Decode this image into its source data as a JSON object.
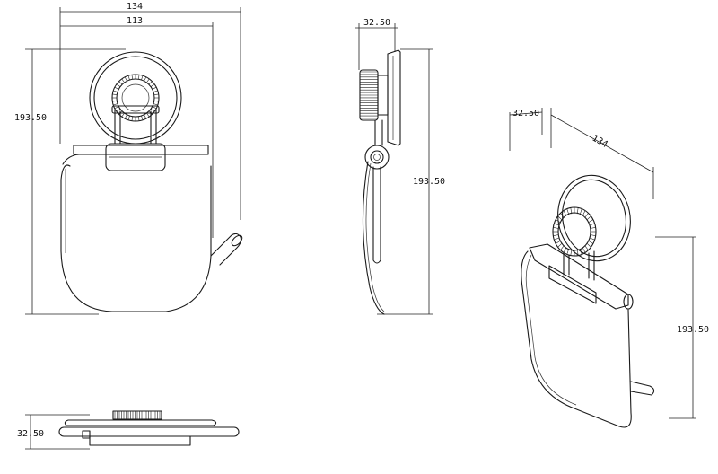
{
  "dimensions": {
    "front_width_outer": "134",
    "front_width_inner": "113",
    "front_height": "193.50",
    "side_depth": "32.50",
    "side_height": "193.50",
    "bottom_depth": "32.50",
    "iso_depth": "32.50",
    "iso_width": "134",
    "iso_height": "193.50"
  }
}
